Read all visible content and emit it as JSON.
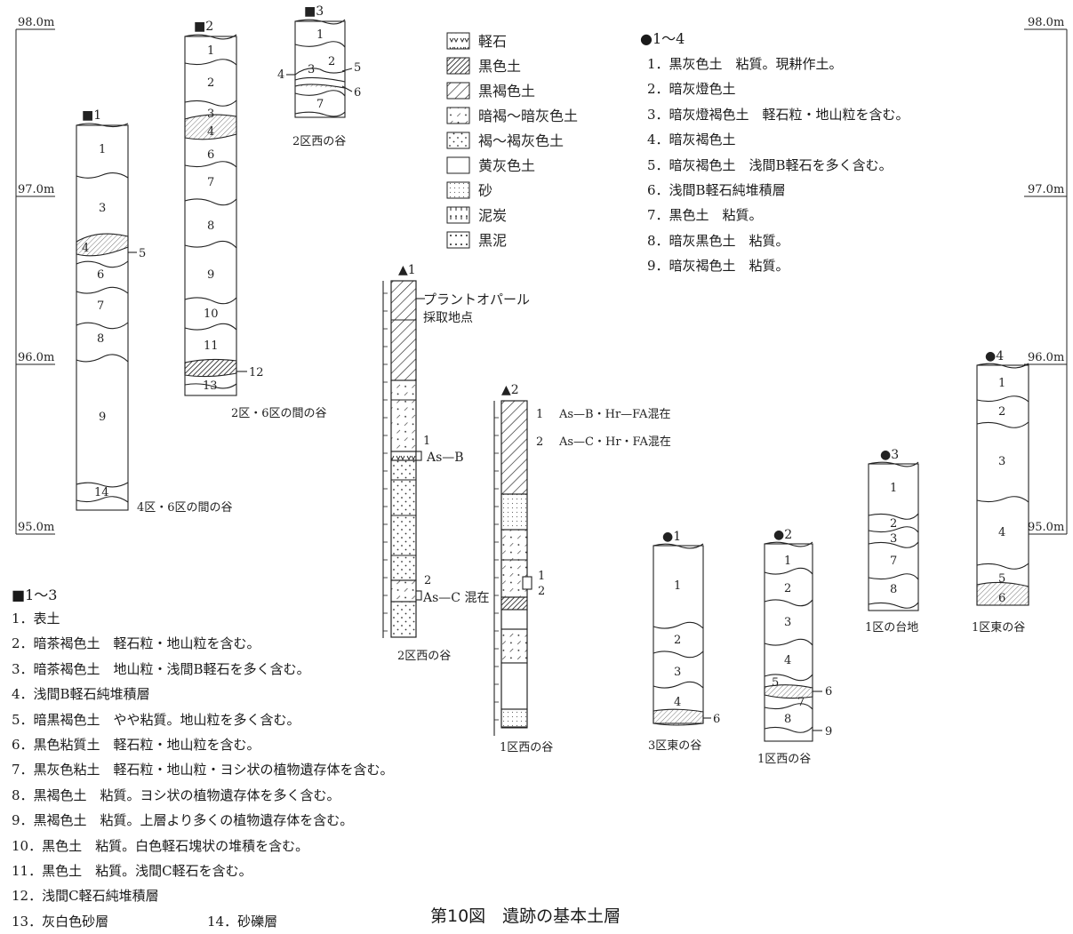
{
  "elevation": {
    "left_98": "98.0m",
    "left_97": "97.0m",
    "left_96": "96.0m",
    "left_95": "95.0m",
    "right_98": "98.0m",
    "right_97": "97.0m",
    "right_96": "96.0m",
    "right_95": "95.0m"
  },
  "columns": {
    "sq1": {
      "mark": "■1",
      "caption": "4区・6区の間の谷",
      "layers": [
        "1",
        "3",
        "4",
        "6",
        "7",
        "8",
        "9",
        "14"
      ],
      "callouts": [
        "5"
      ]
    },
    "sq2": {
      "mark": "■2",
      "caption": "2区・6区の間の谷",
      "layers": [
        "1",
        "2",
        "3",
        "4",
        "6",
        "7",
        "8",
        "9",
        "10",
        "11",
        "13"
      ],
      "callouts": [
        "12"
      ]
    },
    "sq3": {
      "mark": "■3",
      "caption": "2区西の谷",
      "layers": [
        "1",
        "2",
        "7"
      ],
      "callouts": [
        "4",
        "3",
        "5",
        "6"
      ]
    },
    "tri1": {
      "mark": "▲1",
      "caption": "2区西の谷",
      "annotation": "プラントオパール",
      "annotation2": "採取地点",
      "callouts": [
        "1",
        "As—B",
        "2",
        "As—C 混在"
      ]
    },
    "tri2": {
      "mark": "▲2",
      "caption": "1区西の谷",
      "notes": [
        {
          "num": "1",
          "text": "As—B・Hr—FA混在"
        },
        {
          "num": "2",
          "text": "As—C・Hr・FA混在"
        }
      ],
      "callouts": [
        "1",
        "2"
      ]
    },
    "c1": {
      "mark": "●1",
      "caption": "3区東の谷",
      "layers": [
        "1",
        "2",
        "3",
        "4"
      ],
      "callouts": [
        "6"
      ]
    },
    "c2": {
      "mark": "●2",
      "caption": "1区西の谷",
      "layers": [
        "1",
        "2",
        "3",
        "4",
        "5",
        "7",
        "8"
      ],
      "callouts": [
        "6",
        "9"
      ]
    },
    "c3": {
      "mark": "●3",
      "caption": "1区の台地",
      "layers": [
        "1",
        "2",
        "3",
        "7",
        "8"
      ]
    },
    "c4": {
      "mark": "●4",
      "caption": "1区東の谷",
      "layers": [
        "1",
        "2",
        "3",
        "4",
        "5",
        "6"
      ]
    }
  },
  "swatch_legend": [
    {
      "label": "軽石",
      "pattern": "pumice"
    },
    {
      "label": "黒色土",
      "pattern": "dense-hatch"
    },
    {
      "label": "黒褐色土",
      "pattern": "hatch"
    },
    {
      "label": "暗褐～暗灰色土",
      "pattern": "dash-dot"
    },
    {
      "label": "褐～褐灰色土",
      "pattern": "dots"
    },
    {
      "label": "黄灰色土",
      "pattern": "plain"
    },
    {
      "label": "砂",
      "pattern": "fine-dots"
    },
    {
      "label": "泥炭",
      "pattern": "peat"
    },
    {
      "label": "黒泥",
      "pattern": "black-mud"
    }
  ],
  "legend_circle": {
    "heading": "●1～4",
    "items": [
      "1．黒灰色土　粘質。現耕作土。",
      "2．暗灰燈色土",
      "3．暗灰燈褐色土　軽石粒・地山粒を含む。",
      "4．暗灰褐色土",
      "5．暗灰褐色土　浅間B軽石を多く含む。",
      "6．浅間B軽石純堆積層",
      "7．黒色土　粘質。",
      "8．暗灰黒色土　粘質。",
      "9．暗灰褐色土　粘質。"
    ]
  },
  "legend_square": {
    "heading": "■1～3",
    "items": [
      "1．表土",
      "2．暗茶褐色土　軽石粒・地山粒を含む。",
      "3．暗茶褐色土　地山粒・浅間B軽石を多く含む。",
      "4．浅間B軽石純堆積層",
      "5．暗黒褐色土　やや粘質。地山粒を多く含む。",
      "6．黒色粘質土　軽石粒・地山粒を含む。",
      "7．黒灰色粘土　軽石粒・地山粒・ヨシ状の植物遺存体を含む。",
      "8．黒褐色土　粘質。ヨシ状の植物遺存体を多く含む。",
      "9．黒褐色土　粘質。上層より多くの植物遺存体を含む。",
      "10．黒色土　粘質。白色軽石塊状の堆積を含む。",
      "11．黒色土　粘質。浅間C軽石を含む。",
      "12．浅間C軽石純堆積層"
    ],
    "last_a": "13．灰白色砂層",
    "last_b": "14．砂礫層"
  },
  "figure_caption": "第10図　遺跡の基本土層"
}
